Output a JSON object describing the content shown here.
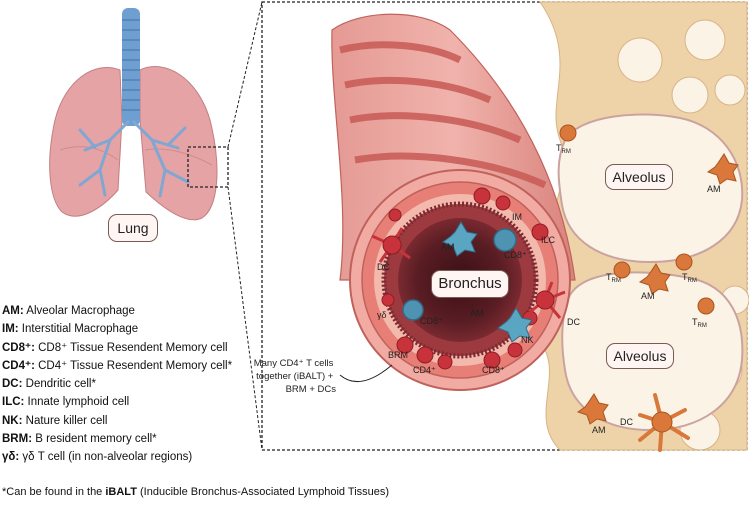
{
  "organ_label": "Lung",
  "center_label": "Bronchus",
  "alveolus_labels": [
    "Alveolus",
    "Alveolus"
  ],
  "cell_labels": {
    "am": "AM",
    "im": "IM",
    "ilc": "ILC",
    "cd8": "CD8⁺",
    "cd4": "CD4⁺",
    "dc": "DC",
    "nk": "NK",
    "brm": "BRM",
    "gd": "γδ",
    "trm_base": "T",
    "trm_sub": "RM"
  },
  "ibalt_note": [
    "Many CD4⁺ T cells",
    "together (iBALT) +",
    "BRM + DCs"
  ],
  "legend": [
    {
      "abbr": "AM:",
      "text": " Alveolar Macrophage"
    },
    {
      "abbr": "IM:",
      "text": " Interstitial Macrophage"
    },
    {
      "abbr": "CD8⁺:",
      "text": " CD8⁺ Tissue Resendent Memory cell"
    },
    {
      "abbr": "CD4⁺:",
      "text": " CD4⁺ Tissue Resendent Memory cell*"
    },
    {
      "abbr": "DC:",
      "text": " Dendritic cell*"
    },
    {
      "abbr": "ILC:",
      "text": " Innate lymphoid cell"
    },
    {
      "abbr": "NK:",
      "text": " Nature killer cell"
    },
    {
      "abbr": "BRM:",
      "text": " B resident memory cell*"
    },
    {
      "abbr": "γδ:",
      "text": " γδ T cell (in non-alveolar regions)"
    }
  ],
  "footnote": {
    "before": "*Can be found in the ",
    "bold": "iBALT",
    "after": " (Inducible Bronchus-Associated Lymphoid Tissues)"
  },
  "colors": {
    "lung": "#e6a3a6",
    "trachea": "#6f9fd0",
    "bronchus_wall": "#c85a55",
    "alveolus_fill": "#fbf3e6",
    "alveolus_tissue": "#efd3a8",
    "macrophage": "#d9783a",
    "tcell_red": "#c8333b",
    "cd8_blue": "#4f93b2"
  }
}
